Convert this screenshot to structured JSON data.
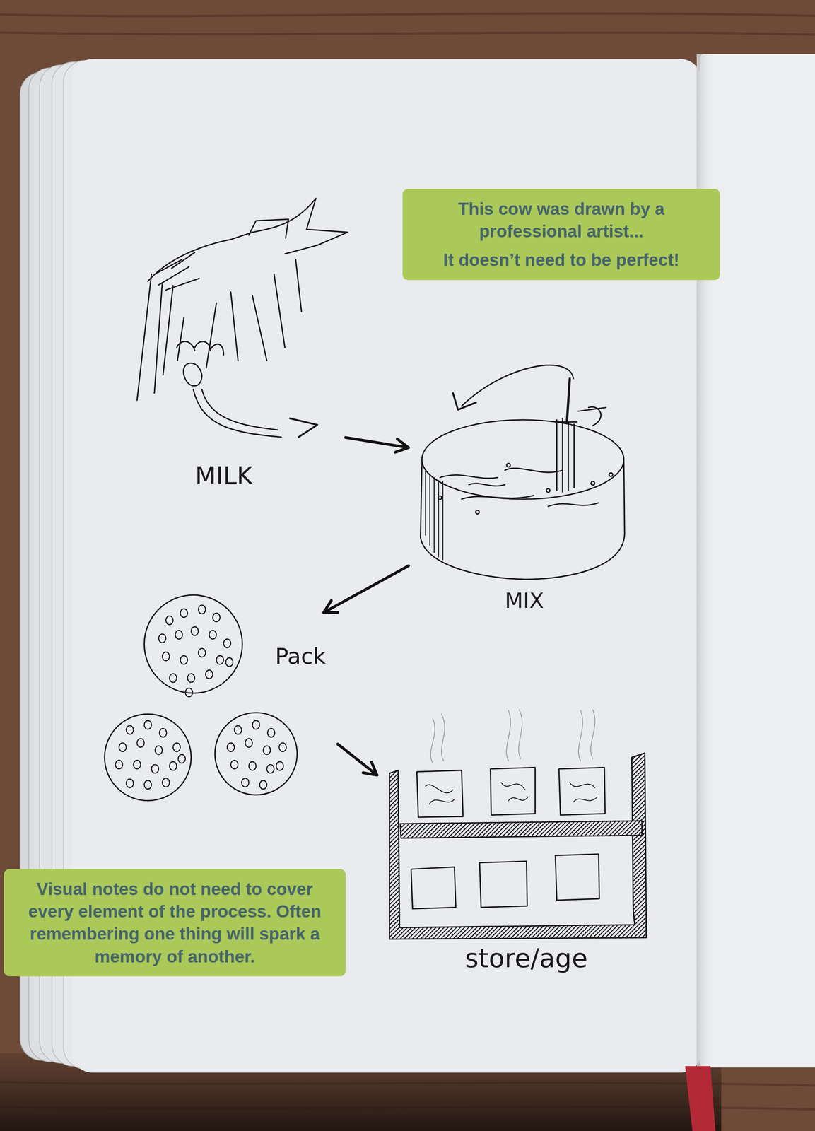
{
  "diagram": {
    "nodes": [
      {
        "text": [
          "MILK"
        ]
      },
      {
        "text": [
          "This cow was drawn by a professional artist...",
          "It doesn’t need to be perfect!"
        ]
      },
      {
        "text": [
          "MIX"
        ]
      },
      {
        "text": [
          "Pack"
        ]
      },
      {
        "text": [
          "store/age"
        ]
      },
      {
        "text": [
          "Visual notes do not need to cover every element of the process. Often remembering one thing will spark a memory of another."
        ]
      }
    ],
    "edges": [
      {
        "from": 0,
        "to": 2,
        "arrow": "to"
      },
      {
        "from": 2,
        "to": 3,
        "arrow": "to"
      },
      {
        "from": 3,
        "to": 4,
        "arrow": "to"
      }
    ]
  }
}
